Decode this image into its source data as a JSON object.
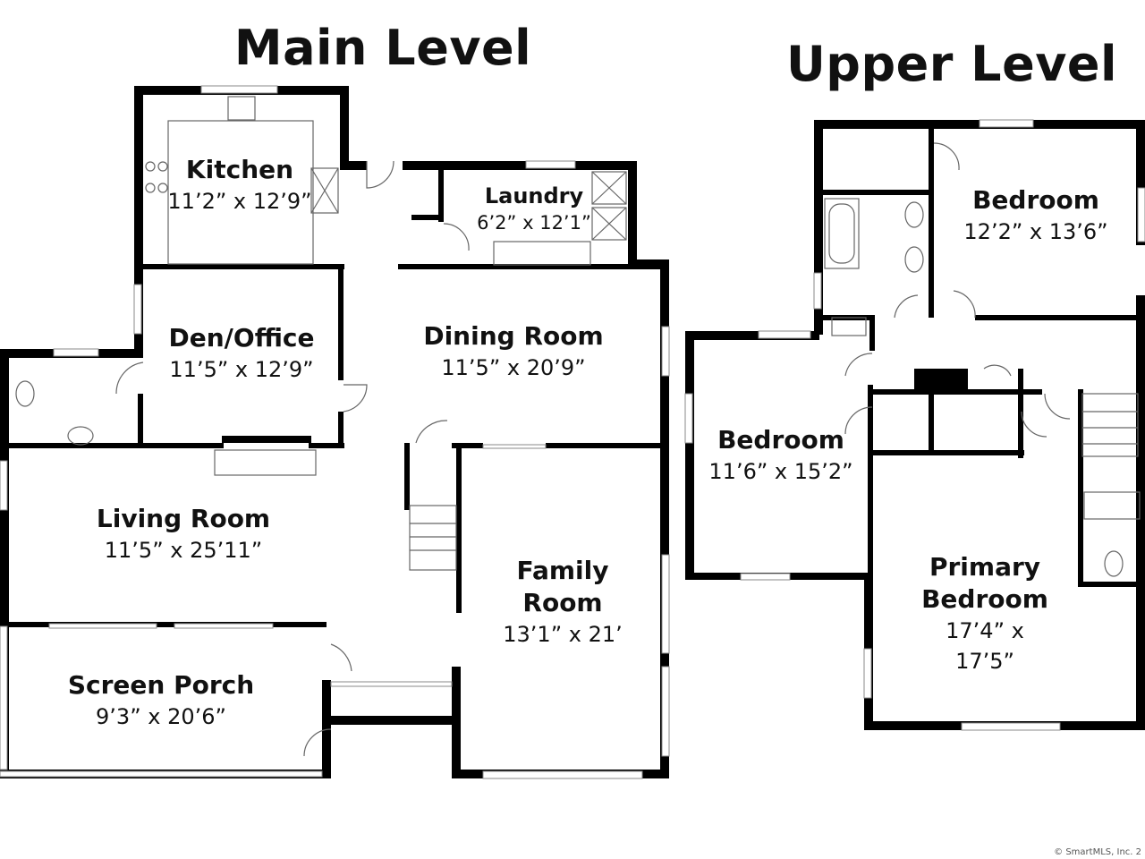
{
  "main_level": {
    "title": "Main Level",
    "rooms": [
      {
        "name": "Kitchen",
        "dims": "11’2” x 12’9”"
      },
      {
        "name": "Laundry",
        "dims": "6’2” x 12’1”"
      },
      {
        "name": "Den/Office",
        "dims": "11’5” x 12’9”"
      },
      {
        "name": "Dining Room",
        "dims": "11’5” x 20’9”"
      },
      {
        "name": "Living Room",
        "dims": "11’5” x 25’11”"
      },
      {
        "name": "Family Room",
        "dims": "13’1” x 21’"
      },
      {
        "name": "Screen Porch",
        "dims": "9’3” x 20’6”"
      }
    ]
  },
  "upper_level": {
    "title": "Upper Level",
    "rooms": [
      {
        "name": "Bedroom",
        "dims": "12’2” x 13’6”"
      },
      {
        "name": "Bedroom",
        "dims": "11’6” x 15’2”"
      },
      {
        "name": "Primary Bedroom",
        "dims": "17’4” x 17’5”"
      }
    ]
  },
  "copyright": "© SmartMLS, Inc. 2"
}
